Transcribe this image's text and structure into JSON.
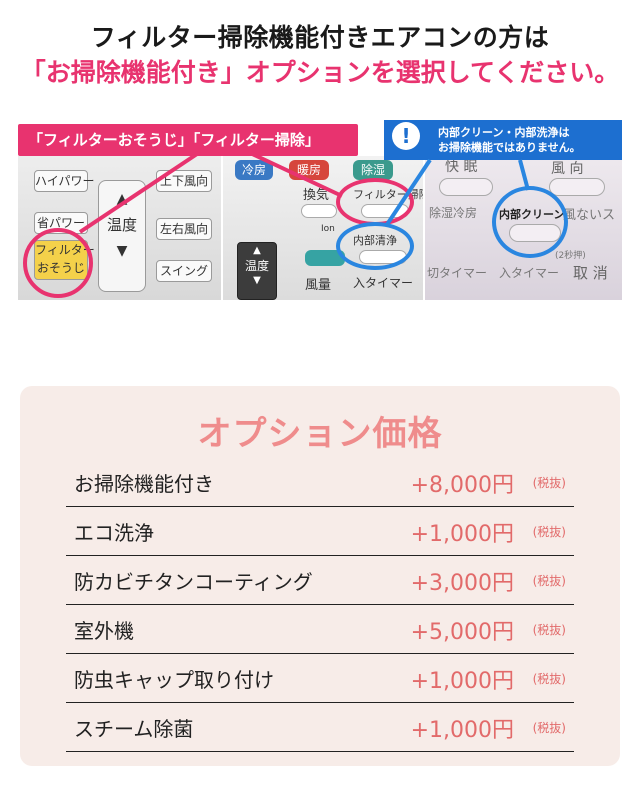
{
  "headline": {
    "line1": "フィルター掃除機能付きエアコンの方は",
    "line2": "「お掃除機能付き」オプションを選択してください。"
  },
  "banners": {
    "pink": "「フィルターおそうじ」「フィルター掃除」",
    "blue_line1": "内部クリーン・内部洗浄は",
    "blue_line2": "お掃除機能ではありません。",
    "alert_mark": "!"
  },
  "remote1": {
    "hi_power": "ハイパワー",
    "energy_save": "省パワー",
    "temperature": "温度",
    "up_down_wind": "上下風向",
    "left_right_wind": "左右風向",
    "swing": "スイング",
    "filter_line1": "フィルター",
    "filter_line2": "おそうじ"
  },
  "remote2": {
    "cool": "冷房",
    "heat": "暖房",
    "dehumidify": "除湿",
    "ventilate": "換気",
    "filter_clean": "フィルター掃除",
    "ion": "Ion",
    "internal_wash": "内部清浄",
    "temperature": "温度",
    "fan": "風量",
    "timer": "入タイマー"
  },
  "remote3": {
    "sleep": "快 眠",
    "wind_dir": "風 向",
    "dry_cool": "除湿冷房",
    "internal_clean": "内部クリーン",
    "no_wind": "風ないス",
    "off_timer": "切タイマー",
    "on_timer": "入タイマー",
    "cancel": "取 消",
    "two_press": "(2秒押)"
  },
  "options": {
    "title": "オプション価格",
    "tax_note": "(税抜)",
    "items": [
      {
        "name": "お掃除機能付き",
        "price": "+8,000円"
      },
      {
        "name": "エコ洗浄",
        "price": "+1,000円"
      },
      {
        "name": "防カビチタンコーティング",
        "price": "+3,000円"
      },
      {
        "name": "室外機",
        "price": "+5,000円"
      },
      {
        "name": "防虫キャップ取り付け",
        "price": "+1,000円"
      },
      {
        "name": "スチーム除菌",
        "price": "+1,000円"
      }
    ]
  },
  "colors": {
    "accent_pink": "#e8336f",
    "accent_blue": "#1d6fd0",
    "price_red": "#e26a6a",
    "card_bg": "#f7ece8",
    "title_salmon": "#ef8c8c"
  }
}
